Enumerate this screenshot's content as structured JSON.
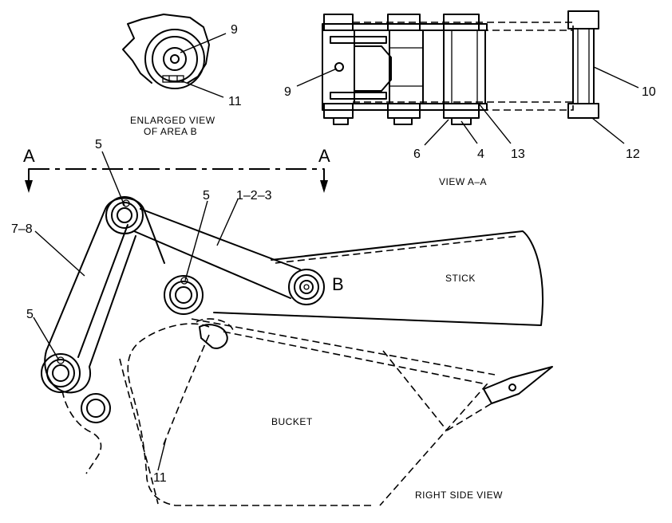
{
  "section_marks": {
    "left": "A",
    "right": "A"
  },
  "callouts": {
    "enlarged_pin": "9",
    "enlarged_tab": "11",
    "top_pin": "9",
    "top_link_pin": "10",
    "top_washer": "6",
    "top_bearing": "4",
    "top_shim": "13",
    "top_end_pin": "12",
    "link_top_pin": "5",
    "link_mid_pin": "5",
    "link_bottom_pin": "5",
    "rod_assembly": "1–2–3",
    "side_link": "7–8",
    "bucket_tab": "11"
  },
  "area_label": "B",
  "captions": {
    "enlarged_line1": "ENLARGED VIEW",
    "enlarged_line2": "OF AREA B",
    "section_view": "VIEW A–A",
    "side_view": "RIGHT SIDE VIEW"
  },
  "part_names": {
    "stick": "STICK",
    "bucket": "BUCKET"
  }
}
